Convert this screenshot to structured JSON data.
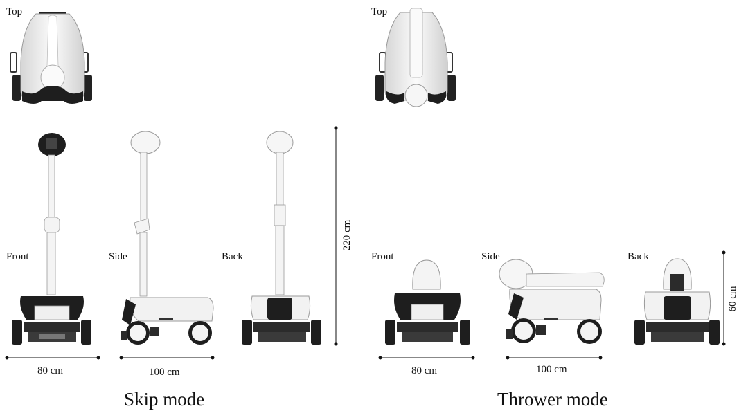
{
  "skip": {
    "views": {
      "top": "Top",
      "front": "Front",
      "side": "Side",
      "back": "Back"
    },
    "dims": {
      "front_width": "80 cm",
      "side_length": "100 cm",
      "height": "220 cm"
    },
    "title": "Skip mode"
  },
  "thrower": {
    "views": {
      "top": "Top",
      "front": "Front",
      "side": "Side",
      "back": "Back"
    },
    "dims": {
      "front_width": "80 cm",
      "side_length": "100 cm",
      "height": "60 cm"
    },
    "title": "Thrower mode"
  },
  "colors": {
    "body": "#f2f2f2",
    "outline": "#9a9a9a",
    "dark": "#1e1e1e",
    "line": "#111111"
  }
}
